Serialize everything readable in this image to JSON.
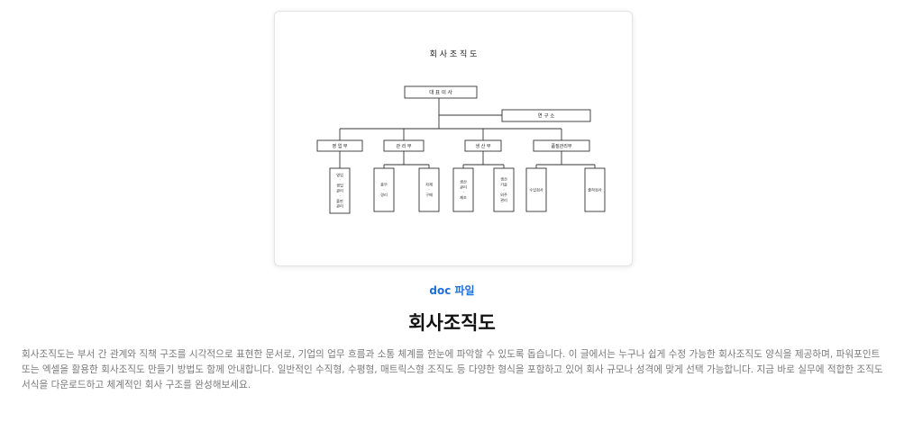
{
  "document": {
    "heading": "회 사 조 직 도",
    "ceo": "대 표 이 사",
    "lab": "연 구 소",
    "departments": [
      {
        "name": "영 업 부",
        "teams": [
          "영업\n·\n생업\n관리\n·\n출판\n관리"
        ]
      },
      {
        "name": "관 리 부",
        "teams": [
          "총무\n·\n경리",
          "자재\n·\n구매"
        ]
      },
      {
        "name": "생 산 부",
        "teams": [
          "생산\n관리\n·\n제조",
          "생산\n기술\n·\n외주\n관리"
        ]
      },
      {
        "name": "품질관리부",
        "teams": [
          "수입검사",
          "출하검사"
        ]
      }
    ]
  },
  "file_type_label": "doc 파일",
  "page_title": "회사조직도",
  "description": "회사조직도는 부서 간 관계와 직책 구조를 시각적으로 표현한 문서로, 기업의 업무 흐름과 소통 체계를 한눈에 파악할 수 있도록 돕습니다. 이 글에서는 누구나 쉽게 수정 가능한 회사조직도 양식을 제공하며, 파워포인트 또는 엑셀을 활용한 회사조직도 만들기 방법도 함께 안내합니다. 일반적인 수직형, 수평형, 매트릭스형 조직도 등 다양한 형식을 포함하고 있어 회사 규모나 성격에 맞게 선택 가능합니다. 지금 바로 실무에 적합한 조직도 서식을 다운로드하고 체계적인 회사 구조를 완성해보세요.",
  "colors": {
    "link": "#1f6fdb",
    "text": "#7a7a7a"
  }
}
